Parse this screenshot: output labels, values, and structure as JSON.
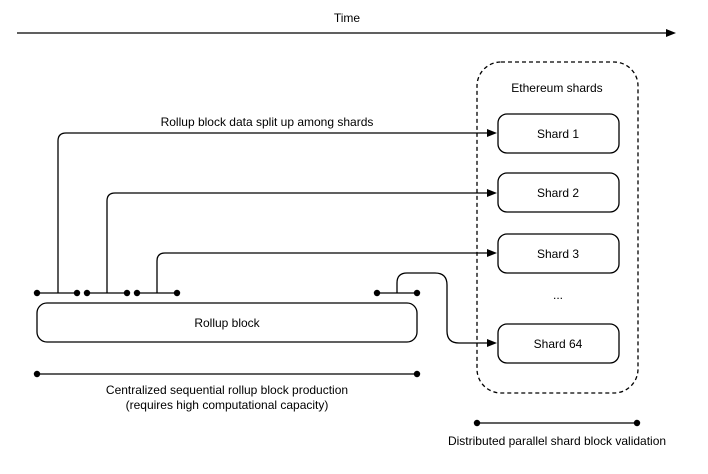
{
  "timeline": {
    "label": "Time"
  },
  "shards_panel": {
    "title": "Ethereum shards",
    "ellipsis": "...",
    "items": [
      {
        "label": "Shard 1"
      },
      {
        "label": "Shard 2"
      },
      {
        "label": "Shard 3"
      },
      {
        "label": "Shard 64"
      }
    ]
  },
  "rollup": {
    "label": "Rollup block",
    "split_caption": "Rollup block data split up among shards"
  },
  "captions": {
    "production_line1": "Centralized sequential rollup block production",
    "production_line2": "(requires high computational capacity)",
    "validation": "Distributed parallel shard block validation"
  },
  "colors": {
    "line": "#000000",
    "text": "#000000",
    "background": "#ffffff"
  }
}
